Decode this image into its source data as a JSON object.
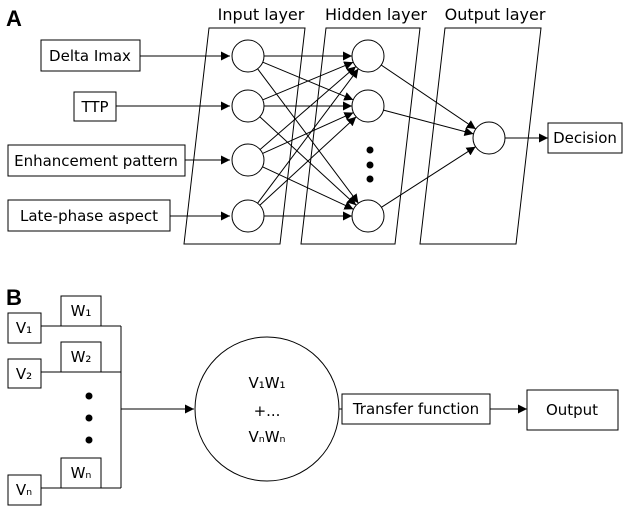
{
  "panel_a": {
    "letter": "A",
    "layers": {
      "input": "Input layer",
      "hidden": "Hidden layer",
      "output": "Output layer"
    },
    "inputs": [
      "Delta Imax",
      "TTP",
      "Enhancement pattern",
      "Late-phase aspect"
    ],
    "output_label": "Decision"
  },
  "panel_b": {
    "letter": "B",
    "inputs": [
      "V₁",
      "V₂",
      "Vₙ"
    ],
    "weights": [
      "W₁",
      "W₂",
      "Wₙ"
    ],
    "neuron": {
      "line1": "V₁W₁",
      "line2": "+...",
      "line3": "VₙWₙ"
    },
    "transfer_label": "Transfer function",
    "output_label": "Output"
  }
}
